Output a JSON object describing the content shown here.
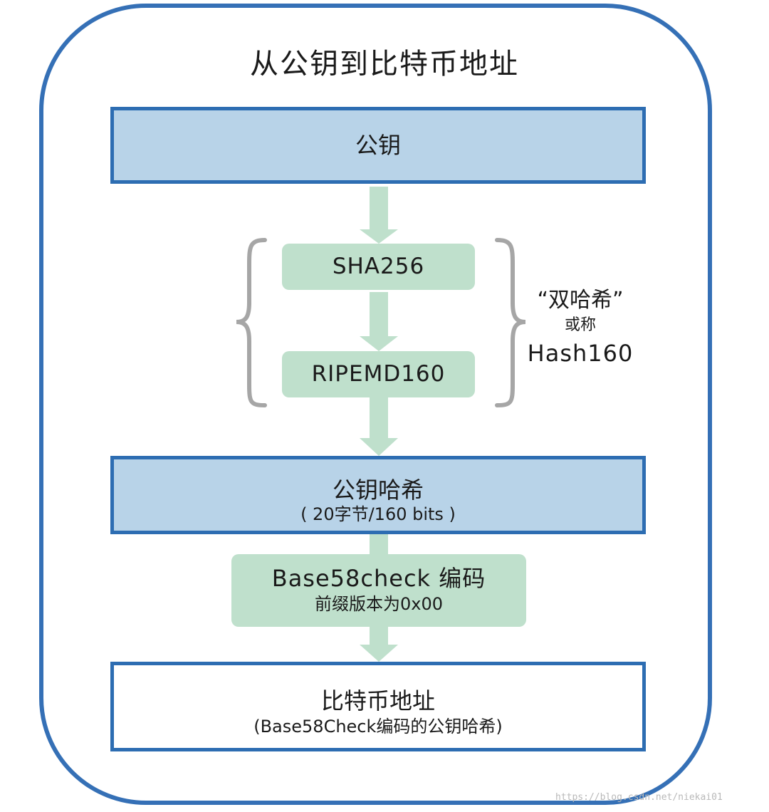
{
  "title": "从公钥到比特币地址",
  "public_key": {
    "label": "公钥"
  },
  "sha256": {
    "label": "SHA256"
  },
  "ripemd160": {
    "label": "RIPEMD160"
  },
  "double_hash_note": {
    "line1": "“双哈希”",
    "line2": "或称",
    "line3": "Hash160"
  },
  "public_key_hash": {
    "label": "公钥哈希",
    "sub": "( 20字节/160 bits )"
  },
  "base58check": {
    "label": "Base58check 编码",
    "sub": "前缀版本为0x00"
  },
  "bitcoin_address": {
    "label": "比特币地址",
    "sub": "(Base58Check编码的公钥哈希)"
  },
  "watermark": "https://blog.csdn.net/niekai01",
  "colors": {
    "frame": "#3570b6",
    "blue_fill": "#b8d3e8",
    "blue_border": "#2d6db2",
    "green_fill": "#bfe0cc",
    "brace": "#a6a6a6"
  }
}
